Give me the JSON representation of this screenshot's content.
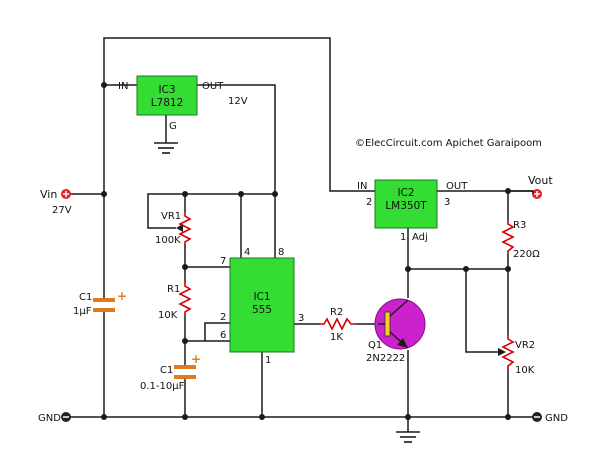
{
  "credit": "©ElecCircuit.com Apichet Garaipoom",
  "ic3": {
    "name": "IC3",
    "part": "L7812",
    "in": "IN",
    "out": "OUT",
    "gnd": "G",
    "rail": "12V"
  },
  "ic2": {
    "name": "IC2",
    "part": "LM350T",
    "in": "IN",
    "out": "OUT",
    "adj": "Adj",
    "pin_in": "2",
    "pin_out": "3",
    "pin_adj": "1"
  },
  "ic1": {
    "name": "IC1",
    "part": "555",
    "pins": {
      "p4": "4",
      "p8": "8",
      "p7": "7",
      "p2": "2",
      "p6": "6",
      "p3": "3",
      "p1": "1"
    }
  },
  "vin": {
    "label": "Vin",
    "value": "27V"
  },
  "vout": {
    "label": "Vout"
  },
  "gnd_left": "GND",
  "gnd_right": "GND",
  "vr1": {
    "name": "VR1",
    "value": "100K"
  },
  "r1": {
    "name": "R1",
    "value": "10K"
  },
  "c1_top": {
    "name": "C1",
    "value": "1μF"
  },
  "c1_bottom": {
    "name": "C1",
    "value": "0.1-10μF"
  },
  "r2": {
    "name": "R2",
    "value": "1K"
  },
  "q1": {
    "name": "Q1",
    "part": "2N2222"
  },
  "r3": {
    "name": "R3",
    "value": "220Ω"
  },
  "vr2": {
    "name": "VR2",
    "value": "10K"
  },
  "colors": {
    "ic_fill": "#33dd33",
    "res_red": "#d40000",
    "cap_orange": "#e07a1f",
    "transistor": "#cc22cc",
    "terminal_red": "#e8202a"
  }
}
